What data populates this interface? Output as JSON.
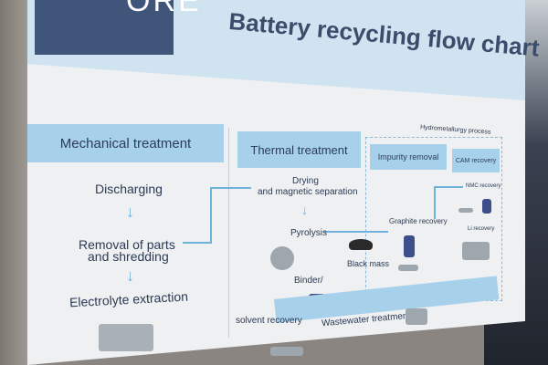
{
  "logo": "ORE",
  "title": "Battery recycling flow chart",
  "sections": {
    "mechanical": "Mechanical treatment",
    "thermal": "Thermal treatment",
    "hydro": "Hydrometallurgy process",
    "impurity": "Impurity removal",
    "cam": "CAM recovery"
  },
  "steps": {
    "discharging": "Discharging",
    "removal": "Removal of parts",
    "removal2": "and shredding",
    "electrolyte": "Electrolyte extraction",
    "drying": "Drying",
    "drying2": "and magnetic separation",
    "pyrolysis": "Pyrolysis",
    "binder": "Binder/",
    "binder2": "solvent recovery",
    "blackmass": "Black mass",
    "graphite": "Graphite recovery",
    "nmc": "NMC recovery",
    "li": "Li recovery",
    "wastewater": "Wastewater treatment"
  },
  "colors": {
    "band": "#a7d0ea",
    "header": "#cfe3f1",
    "logo": "#3f557a",
    "text": "#2b3a55",
    "arrow": "#6fb2dc"
  }
}
